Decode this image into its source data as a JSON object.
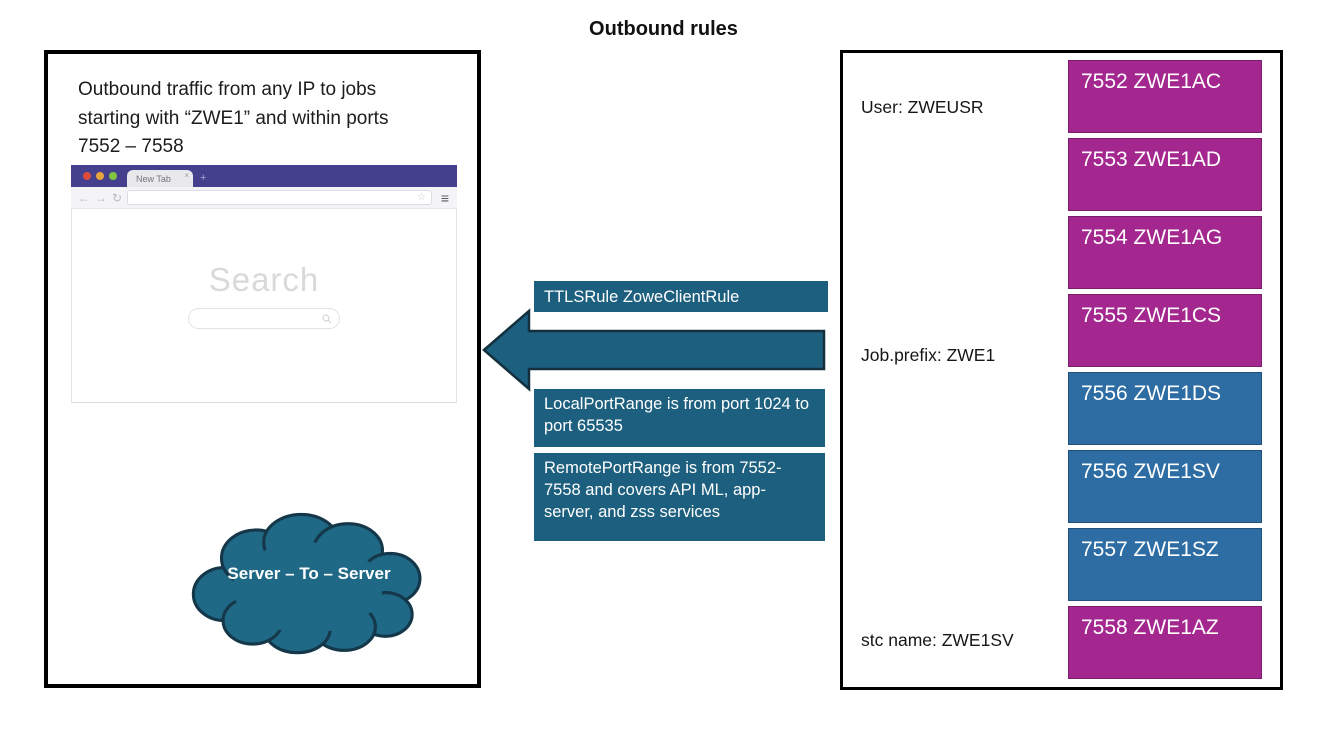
{
  "title": "Outbound rules",
  "colors": {
    "teal": "#1d5f7e",
    "teal_outline": "#14303e",
    "cloud_fill": "#1f6886",
    "magenta": "#a3278f",
    "blue": "#2d6da4",
    "browser_purple": "#45408e"
  },
  "left_panel": {
    "description": "Outbound traffic from any IP to jobs starting with “ZWE1” and within ports 7552 – 7558",
    "browser": {
      "tab_label": "New Tab",
      "tab_close_glyph": "×",
      "new_tab_glyph": "+",
      "back_glyph": "←",
      "forward_glyph": "→",
      "refresh_glyph": "↻",
      "star_glyph": "☆",
      "menu_glyph": "≡",
      "search_heading": "Search"
    },
    "cloud_label": "Server – To – Server"
  },
  "middle": {
    "rule_labels": [
      "TTLSRule ZoweClientRule",
      "LocalPortRange is from port 1024 to port 65535",
      "RemotePortRange is from 7552-7558 and covers API ML, app-server, and zss services"
    ]
  },
  "right_panel": {
    "user_label": "User: ZWEUSR",
    "job_prefix_label": "Job.prefix: ZWE1",
    "stc_name_label": "stc name: ZWE1SV",
    "jobs": [
      {
        "text": "7552 ZWE1AC",
        "color": "#a3278f"
      },
      {
        "text": "7553 ZWE1AD",
        "color": "#a3278f"
      },
      {
        "text": "7554 ZWE1AG",
        "color": "#a3278f"
      },
      {
        "text": "7555 ZWE1CS",
        "color": "#a3278f"
      },
      {
        "text": "7556 ZWE1DS",
        "color": "#2d6da4"
      },
      {
        "text": "7556 ZWE1SV",
        "color": "#2d6da4"
      },
      {
        "text": "7557 ZWE1SZ",
        "color": "#2d6da4"
      },
      {
        "text": "7558 ZWE1AZ",
        "color": "#a3278f"
      }
    ]
  }
}
